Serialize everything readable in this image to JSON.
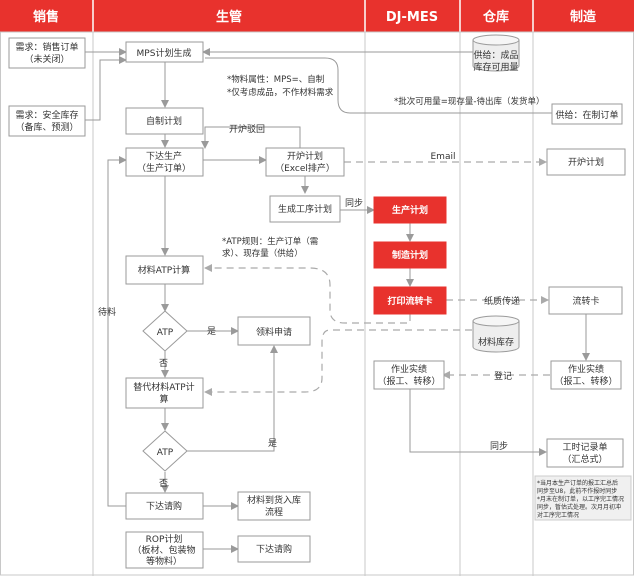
{
  "lanes": {
    "sales": "销售",
    "production": "生管",
    "djmes": "DJ-MES",
    "warehouse": "仓库",
    "manufacturing": "制造"
  },
  "sales": {
    "order_l1": "需求：销售订单",
    "order_l2": "（未关闭）",
    "safety_l1": "需求：安全库存",
    "safety_l2": "（备库、预测）"
  },
  "production": {
    "mps": "MPS计划生成",
    "self_plan": "自制计划",
    "release_l1": "下达生产",
    "release_l2": "（生产订单）",
    "furnace_l1": "开炉计划",
    "furnace_l2": "（Excel排产）",
    "process_plan": "生成工序计划",
    "material_atp": "材料ATP计算",
    "atp1": "ATP",
    "material_request": "领料申请",
    "alt_atp_l1": "替代材料ATP计",
    "alt_atp_l2": "算",
    "atp2": "ATP",
    "purchase_request": "下达请购",
    "receipt_l1": "材料到货入库",
    "receipt_l2": "流程",
    "rop_l1": "ROP计划",
    "rop_l2": "（板材、包装物",
    "rop_l3": "等物料）",
    "purchase_request2": "下达请购"
  },
  "djmes": {
    "production_plan": "生产计划",
    "manufacturing_plan": "制造计划",
    "print_card": "打印流转卡",
    "job_report_l1": "作业实绩",
    "job_report_l2": "（报工、转移）"
  },
  "warehouse": {
    "supply_l1": "供给：成品",
    "supply_l2": "库存可用量",
    "material_stock": "材料库存"
  },
  "manufacturing": {
    "wip_supply": "供给：在制订单",
    "furnace_plan": "开炉计划",
    "transfer_card": "流转卡",
    "job_report_l1": "作业实绩",
    "job_report_l2": "（报工、转移）",
    "timesheet_l1": "工时记录单",
    "timesheet_l2": "（汇总式）",
    "footnote_l1": "*当月本生产订单的报工汇总后",
    "footnote_l2": "同步至U8，此前不作报时同步",
    "footnote_l3": "*月末在制订单，以工序完工情况",
    "footnote_l4": "同步，暂估式处理。次月月初冲",
    "footnote_l5": "对工序完工情况"
  },
  "notes": {
    "mps_l1": "*物料属性：MPS=、自制",
    "mps_l2": "*仅考虑成品，不作材料需求",
    "available_qty": "*批次可用量=现存量-待出库（发货单）",
    "atp_rule_l1": "*ATP规则：生产订单（需",
    "atp_rule_l2": "求）、现存量（供给）"
  },
  "labels": {
    "furnace_return": "开炉驳回",
    "email": "Email",
    "sync1": "同步",
    "yes1": "是",
    "no1": "否",
    "yes2": "是",
    "no2": "否",
    "pending": "待料",
    "paper_transfer": "纸质传递",
    "register": "登记",
    "sync2": "同步"
  },
  "colors": {
    "lane_header": "#e8322d",
    "highlight_box": "#e8322d",
    "border": "#9a9a9a"
  }
}
